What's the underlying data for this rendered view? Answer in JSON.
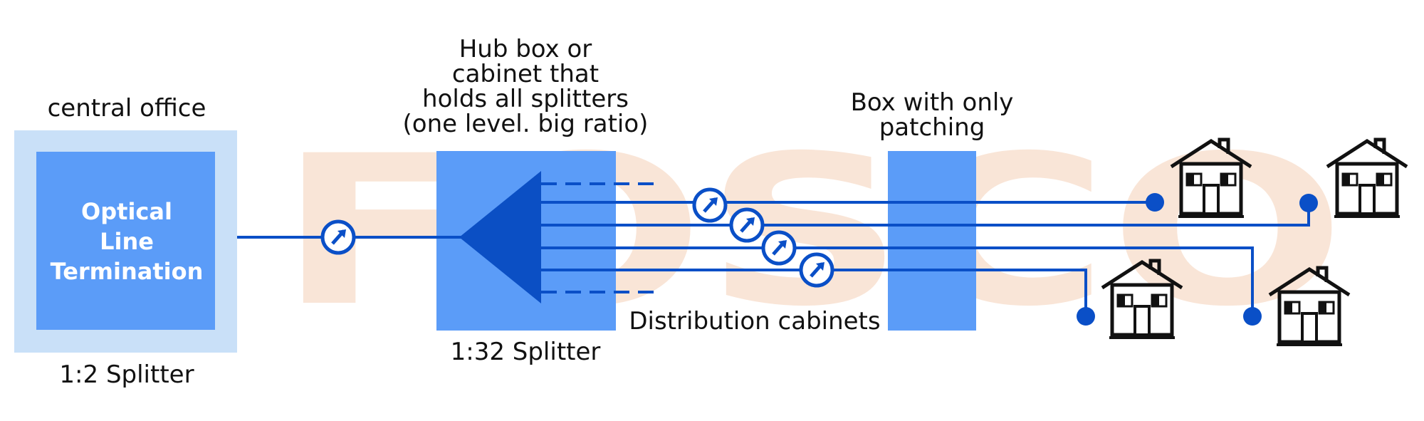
{
  "watermark": {
    "text": "FOSCO"
  },
  "central_office": {
    "title": "central office",
    "olt_lines": [
      "Optical",
      "Line",
      "Termination"
    ],
    "splitter_caption": "1:2 Splitter"
  },
  "hub": {
    "title_lines": [
      "Hub box or",
      "cabinet that",
      "holds all splitters",
      "(one level. big ratio)"
    ],
    "splitter_caption": "1:32 Splitter"
  },
  "patch_box": {
    "title_lines": [
      "Box with only",
      "patching"
    ]
  },
  "distribution_label": "Distribution cabinets",
  "colors": {
    "fiber": "#0a4fc7",
    "box_light": "#c9e0f8",
    "box_fill": "#5b9cf8",
    "splitter": "#0b4fc4",
    "watermark": "#f3c7a8"
  },
  "icons": {
    "meter": "power-meter-icon",
    "house": "house-icon",
    "endpoint": "drop-point-icon"
  }
}
